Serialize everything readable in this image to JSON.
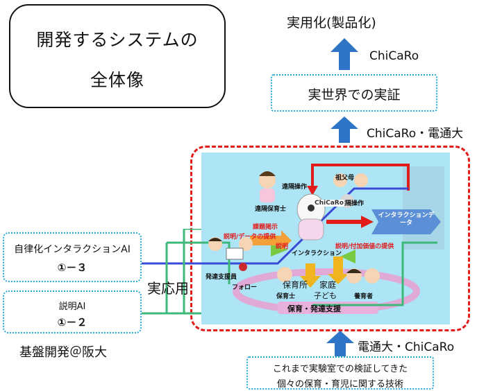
{
  "title": {
    "line1": "開発するシステムの",
    "line2": "全体像"
  },
  "top": {
    "product_label": "実用化(製品化)",
    "chicaro_label": "ChiCaRo",
    "real_world_box": "実世界での実証",
    "chicaro_uec_label": "ChiCaRo・電通大"
  },
  "left": {
    "ai_box_1": {
      "line1": "自律化インタラクションAI",
      "line2": "①－３"
    },
    "ai_box_2": {
      "line1": "説明AI",
      "line2": "①－２"
    },
    "application_label": "実応用",
    "base_dev_label": "基盤開発＠阪大"
  },
  "bottom": {
    "uec_chicaro_label": "電通大・ChiCaRo",
    "tech_box": {
      "line1": "これまで実験室での検証してきた",
      "line2": "個々の保育・育児に関する技術"
    }
  },
  "diagram": {
    "remote_op_1": "遠隔操作",
    "remote_nursery_teacher": "遠隔保育士",
    "grandparents": "祖父母",
    "remote_op_2": "遠隔操作",
    "interaction_data": "インタラクションデータ",
    "task_suggestion": "課題掲示",
    "explanation_data": "説明/データの提供",
    "explanation": "説明",
    "interaction": "インタラクション",
    "explanation_value": "説明/付加価値の提供",
    "dev_support_staff": "発達支援員",
    "follow": "フォロー",
    "nursery": "保育所",
    "home": "家庭",
    "nursery_teacher": "保育士",
    "child": "子ども",
    "guardian": "養育者",
    "childcare_support": "保育・発達支援",
    "robot_logo": "ChiCaRo"
  },
  "colors": {
    "accent_blue": "#2e75c7",
    "dotted_border": "#2aa8d8",
    "dashed_red": "#e21b1b",
    "panel_bg": "#aee5f6",
    "green_line": "#3cb878",
    "blue_line": "#3a4bd8"
  }
}
